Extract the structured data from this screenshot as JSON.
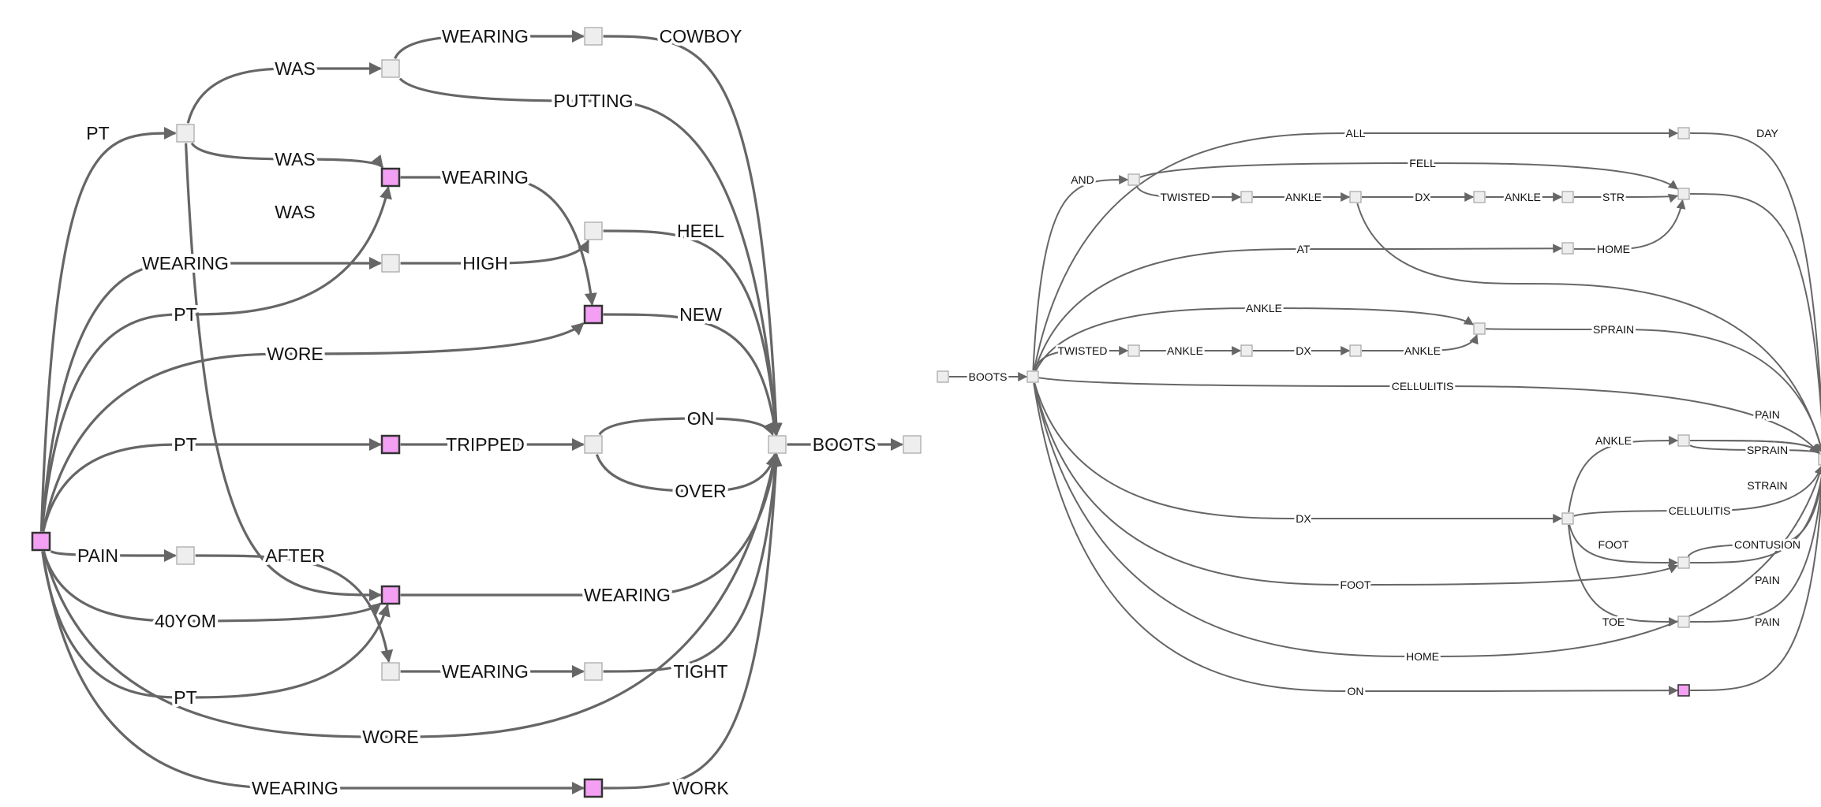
{
  "colors": {
    "highlight_fill": "#f39ff3",
    "highlight_stroke": "#333333",
    "node_fill": "#eeeeee",
    "node_stroke": "#aaaaaa",
    "edge": "#666666"
  },
  "left_graph": {
    "nodes": [
      {
        "id": "S",
        "highlighted": true
      },
      {
        "id": "A",
        "highlighted": false
      },
      {
        "id": "B",
        "highlighted": false
      },
      {
        "id": "C",
        "highlighted": false
      },
      {
        "id": "D",
        "highlighted": true
      },
      {
        "id": "E",
        "highlighted": false
      },
      {
        "id": "F",
        "highlighted": false
      },
      {
        "id": "G",
        "highlighted": true
      },
      {
        "id": "H",
        "highlighted": true
      },
      {
        "id": "I",
        "highlighted": false
      },
      {
        "id": "J",
        "highlighted": false
      },
      {
        "id": "K",
        "highlighted": false
      },
      {
        "id": "L",
        "highlighted": false
      },
      {
        "id": "M",
        "highlighted": true
      },
      {
        "id": "N",
        "highlighted": false
      },
      {
        "id": "O",
        "highlighted": false
      },
      {
        "id": "P",
        "highlighted": true
      }
    ],
    "edges": [
      {
        "from": "S",
        "to": "A",
        "label": "PT"
      },
      {
        "from": "A",
        "to": "B",
        "label": "WAS"
      },
      {
        "from": "B",
        "to": "C",
        "label": "WEARING"
      },
      {
        "from": "C",
        "to": "J",
        "label": "COWBOY"
      },
      {
        "from": "B",
        "to": "J",
        "label": "PUTTING"
      },
      {
        "from": "A",
        "to": "D",
        "label": "WAS"
      },
      {
        "from": "D",
        "to": "G",
        "label": "WEARING"
      },
      {
        "from": "A",
        "to": "M",
        "label": "WAS"
      },
      {
        "from": "S",
        "to": "E",
        "label": "WEARING"
      },
      {
        "from": "E",
        "to": "F",
        "label": "HIGH"
      },
      {
        "from": "F",
        "to": "J",
        "label": "HEEL"
      },
      {
        "from": "S",
        "to": "D",
        "label": "PT"
      },
      {
        "from": "G",
        "to": "J",
        "label": "NEW"
      },
      {
        "from": "S",
        "to": "G",
        "label": "WORE"
      },
      {
        "from": "S",
        "to": "H",
        "label": "PT"
      },
      {
        "from": "H",
        "to": "I",
        "label": "TRIPPED"
      },
      {
        "from": "I",
        "to": "J",
        "label": "ON"
      },
      {
        "from": "I",
        "to": "J",
        "label": "OVER"
      },
      {
        "from": "J",
        "to": "K",
        "label": "BOOTS"
      },
      {
        "from": "S",
        "to": "L",
        "label": "PAIN"
      },
      {
        "from": "L",
        "to": "N",
        "label": "AFTER"
      },
      {
        "from": "M",
        "to": "J",
        "label": "WEARING"
      },
      {
        "from": "S",
        "to": "M",
        "label": "40YOM"
      },
      {
        "from": "N",
        "to": "O",
        "label": "WEARING"
      },
      {
        "from": "O",
        "to": "J",
        "label": "TIGHT"
      },
      {
        "from": "S",
        "to": "M",
        "label": "PT"
      },
      {
        "from": "S",
        "to": "J",
        "label": "WORE"
      },
      {
        "from": "S",
        "to": "P",
        "label": "WEARING"
      },
      {
        "from": "P",
        "to": "J",
        "label": "WORK"
      }
    ]
  },
  "right_graph": {
    "nodes": [
      {
        "id": "R0",
        "highlighted": false
      },
      {
        "id": "R1",
        "highlighted": false
      },
      {
        "id": "AND",
        "highlighted": false
      },
      {
        "id": "DAY",
        "highlighted": false
      },
      {
        "id": "X",
        "highlighted": false
      },
      {
        "id": "TW1",
        "highlighted": false
      },
      {
        "id": "AN1",
        "highlighted": false
      },
      {
        "id": "DX1",
        "highlighted": false
      },
      {
        "id": "AN2",
        "highlighted": false
      },
      {
        "id": "HOM",
        "highlighted": false
      },
      {
        "id": "SPR",
        "highlighted": false
      },
      {
        "id": "TW2",
        "highlighted": false
      },
      {
        "id": "AN3",
        "highlighted": false
      },
      {
        "id": "DX2",
        "highlighted": false
      },
      {
        "id": "DXN",
        "highlighted": false
      },
      {
        "id": "ANK",
        "highlighted": false
      },
      {
        "id": "FOT",
        "highlighted": false
      },
      {
        "id": "TOE",
        "highlighted": false
      },
      {
        "id": "ONN",
        "highlighted": true
      },
      {
        "id": "Z",
        "highlighted": false
      }
    ],
    "edges": [
      {
        "from": "R0",
        "to": "R1",
        "label": "BOOTS"
      },
      {
        "from": "R1",
        "to": "DAY",
        "label": "ALL"
      },
      {
        "from": "R1",
        "to": "AND",
        "label": "AND"
      },
      {
        "from": "AND",
        "to": "X",
        "label": "FELL"
      },
      {
        "from": "AND",
        "to": "TW1",
        "label": "TWISTED"
      },
      {
        "from": "TW1",
        "to": "AN1",
        "label": "ANKLE"
      },
      {
        "from": "AN1",
        "to": "DX1",
        "label": "DX"
      },
      {
        "from": "DX1",
        "to": "AN2",
        "label": "ANKLE"
      },
      {
        "from": "AN2",
        "to": "X",
        "label": "STR"
      },
      {
        "from": "AN1",
        "to": "Z"
      },
      {
        "from": "R1",
        "to": "HOM",
        "label": "AT"
      },
      {
        "from": "HOM",
        "to": "X",
        "label": "HOME"
      },
      {
        "from": "R1",
        "to": "SPR",
        "label": "ANKLE"
      },
      {
        "from": "R1",
        "to": "TW2",
        "label": "TWISTED"
      },
      {
        "from": "TW2",
        "to": "AN3",
        "label": "ANKLE"
      },
      {
        "from": "AN3",
        "to": "DX2",
        "label": "DX"
      },
      {
        "from": "DX2",
        "to": "SPR",
        "label": "ANKLE"
      },
      {
        "from": "SPR",
        "to": "Z",
        "label": "SPRAIN"
      },
      {
        "from": "R1",
        "to": "Z",
        "label": "CELLULITIS"
      },
      {
        "from": "DAY",
        "to": "Z",
        "label": "DAY"
      },
      {
        "from": "X",
        "to": "Z"
      },
      {
        "from": "R1",
        "to": "DXN",
        "label": "DX"
      },
      {
        "from": "DXN",
        "to": "ANK",
        "label": "ANKLE"
      },
      {
        "from": "ANK",
        "to": "Z",
        "label": "PAIN"
      },
      {
        "from": "ANK",
        "to": "Z",
        "label": "SPRAIN"
      },
      {
        "from": "ANK",
        "to": "Z",
        "label": "STRAIN"
      },
      {
        "from": "DXN",
        "to": "Z",
        "label": "CELLULITIS"
      },
      {
        "from": "DXN",
        "to": "FOT",
        "label": "FOOT"
      },
      {
        "from": "FOT",
        "to": "Z",
        "label": "CONTUSION"
      },
      {
        "from": "FOT",
        "to": "Z",
        "label": "PAIN"
      },
      {
        "from": "DXN",
        "to": "TOE",
        "label": "TOE"
      },
      {
        "from": "TOE",
        "to": "Z",
        "label": "PAIN"
      },
      {
        "from": "R1",
        "to": "FOT",
        "label": "FOOT"
      },
      {
        "from": "R1",
        "to": "Z",
        "label": "HOME"
      },
      {
        "from": "R1",
        "to": "ONN",
        "label": "ON"
      },
      {
        "from": "ONN",
        "to": "Z"
      }
    ]
  }
}
